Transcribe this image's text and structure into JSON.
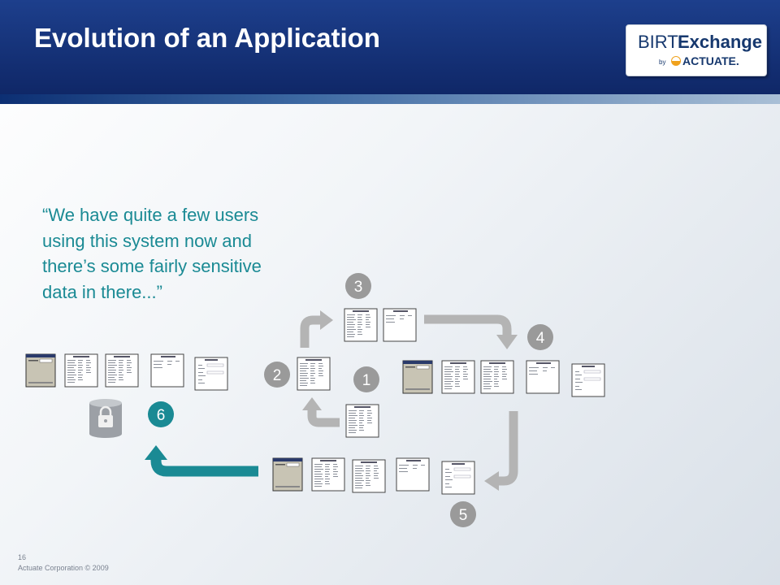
{
  "slide": {
    "title": "Evolution of an Application",
    "quote": "“We have quite a few users using this system now and there’s some fairly sensitive data in there...”",
    "page_number": "16",
    "copyright": "Actuate Corporation © 2009"
  },
  "logo": {
    "birt": "BIRT",
    "exchange": "Exchange",
    "by": "by",
    "actuate": "ACTUATE."
  },
  "steps": {
    "step1": "1",
    "step2": "2",
    "step3": "3",
    "step4": "4",
    "step5": "5",
    "step6": "6"
  },
  "colors": {
    "header": "#1d3f8c",
    "quote_text": "#1a8a94",
    "step_badge": "#9a9a9a",
    "active_badge": "#1a8a94",
    "flow_arrow": "#b4b4b4",
    "final_arrow": "#1a8a94"
  },
  "icons": {
    "database": "database-lock-icon",
    "report": "report-thumbnail-icon",
    "form": "form-thumbnail-icon"
  }
}
